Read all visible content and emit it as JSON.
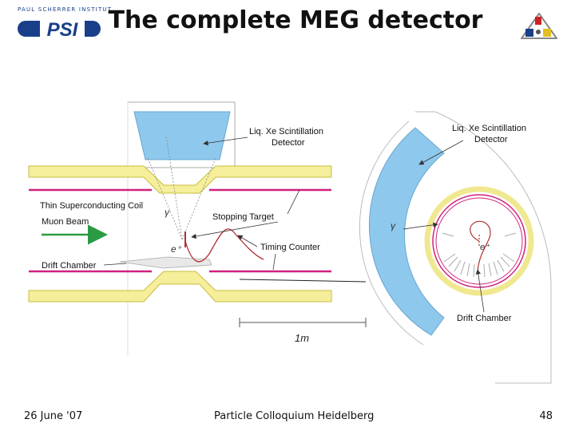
{
  "slide": {
    "title": "The complete MEG detector",
    "logo_text": "PAUL SCHERRER INSTITUT",
    "logo_mark": "PSI"
  },
  "labels": {
    "xe_left": [
      "Liq. Xe Scintillation",
      "Detector"
    ],
    "xe_right": [
      "Liq. Xe Scintillation",
      "Detector"
    ],
    "coil": "Thin Superconducting Coil",
    "beam": "Muon Beam",
    "drift_left": "Drift Chamber",
    "drift_right": "Drift Chamber",
    "target": "Stopping Target",
    "timing": "Timing Counter",
    "gamma_left": "γ",
    "gamma_right": "γ",
    "positron_left": "e⁺",
    "positron_right": "e⁺",
    "scale": "1m"
  },
  "footer": {
    "date": "26 June '07",
    "event": "Particle Colloquium Heidelberg",
    "page": "48"
  },
  "colors": {
    "xenon": "#8ec8ec",
    "coil_yellow": "#f5ee9a",
    "magenta": "#d0217f",
    "beam_green": "#2a9b43",
    "psi_blue": "#1a3f8a"
  }
}
